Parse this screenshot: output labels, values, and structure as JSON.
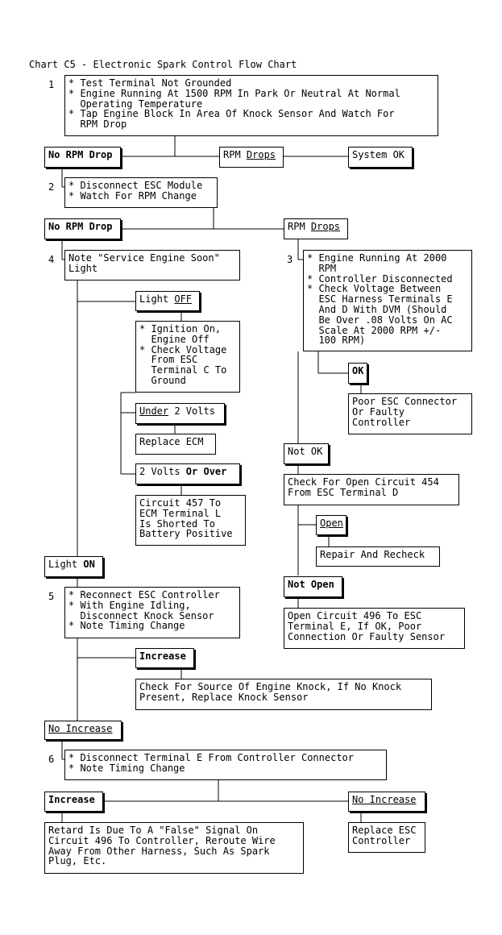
{
  "title": "Chart C5 - Electronic Spark Control Flow Chart",
  "steps": {
    "s1": "1",
    "s2": "2",
    "s3": "3",
    "s4": "4",
    "s5": "5",
    "s6": "6"
  },
  "boxes": {
    "step1": "* Test Terminal Not Grounded\n* Engine Running At 1500 RPM In Park Or Neutral At Normal\n  Operating Temperature\n* Tap Engine Block In Area Of Knock Sensor And Watch For\n  RPM Drop",
    "no_rpm_drop_1": "No RPM Drop",
    "rpm_drops_1_a": "RPM ",
    "rpm_drops_1_b": "Drops",
    "system_ok": "System OK",
    "step2": "* Disconnect ESC Module\n* Watch For RPM Change",
    "no_rpm_drop_2": "No RPM Drop",
    "rpm_drops_2_a": "RPM ",
    "rpm_drops_2_b": "Drops",
    "step4": "Note \"Service Engine Soon\"\nLight",
    "step3": "* Engine Running At 2000\n  RPM\n* Controller Disconnected\n* Check Voltage Between\n  ESC Harness Terminals E\n  And D With DVM (Should\n  Be Over .08 Volts On AC\n  Scale At 2000 RPM +/-\n  100 RPM)",
    "light_off_a": "Light ",
    "light_off_b": "OFF",
    "ignition_on": "* Ignition On,\n  Engine Off\n* Check Voltage\n  From ESC\n  Terminal C To\n  Ground",
    "ok": "OK",
    "poor_esc": "Poor ESC Connector\nOr Faulty\nController",
    "under_2_a": "Under",
    "under_2_b": " 2 Volts",
    "replace_ecm": "Replace ECM",
    "not_ok": "Not OK",
    "two_volts_a": "2 Volts ",
    "two_volts_b": "Or Over",
    "check_open_454": "Check For Open Circuit 454\nFrom ESC Terminal D",
    "circuit_457": "Circuit 457 To\nECM Terminal L\nIs Shorted To\nBattery Positive",
    "open": "Open",
    "repair_recheck": "Repair And Recheck",
    "light_on_a": "Light ",
    "light_on_b": "ON",
    "not_open": "Not Open",
    "step5": "* Reconnect ESC Controller\n* With Engine Idling,\n  Disconnect Knock Sensor\n* Note Timing Change",
    "open_496": "Open Circuit 496 To ESC\nTerminal E, If OK, Poor\nConnection Or Faulty Sensor",
    "increase_1": "Increase",
    "check_source": "Check For Source Of Engine Knock, If No Knock\nPresent, Replace Knock Sensor",
    "no_increase_1": "No Increase",
    "step6": "* Disconnect Terminal E From Controller Connector\n* Note Timing Change",
    "increase_2": "Increase",
    "no_increase_2": "No Increase",
    "retard": "Retard Is Due To A \"False\" Signal On\nCircuit 496 To Controller, Reroute Wire\nAway From Other Harness, Such As Spark\nPlug, Etc.",
    "replace_esc": "Replace ESC\nController"
  }
}
